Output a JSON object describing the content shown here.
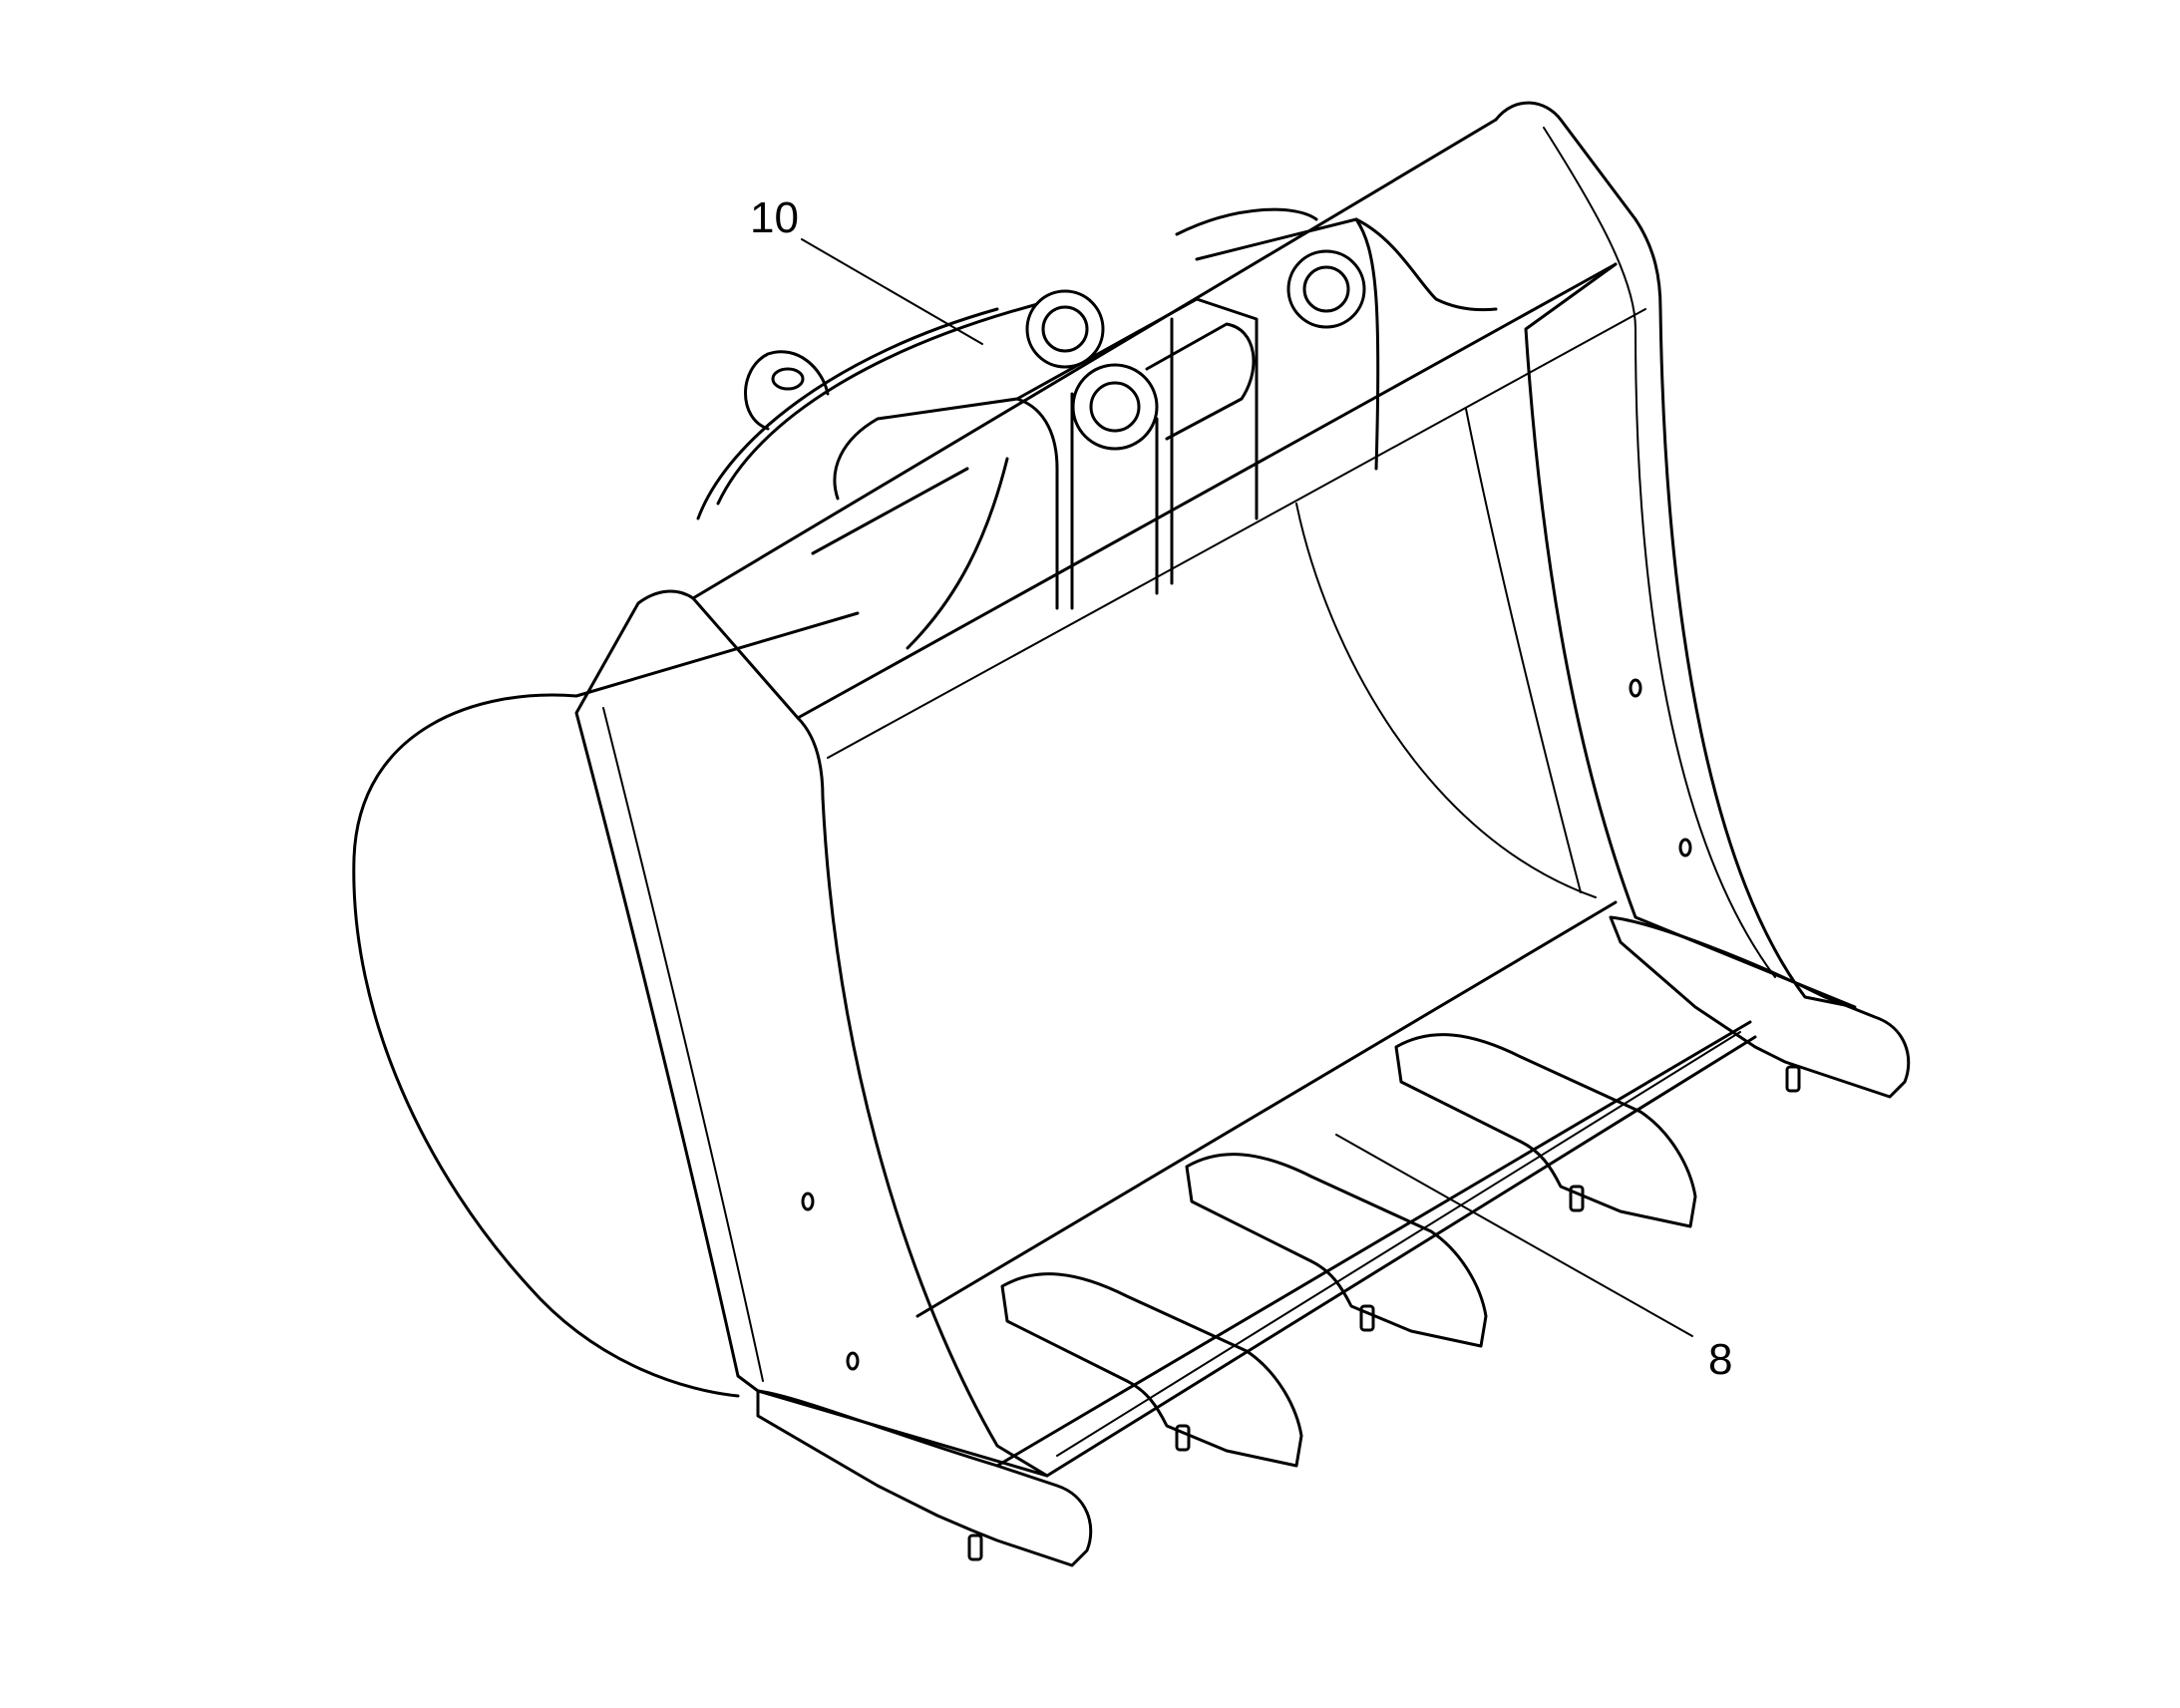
{
  "figure": {
    "callouts": [
      {
        "label": "10",
        "part": "rear-mounting-bracket"
      },
      {
        "label": "8",
        "part": "cutting-edge"
      }
    ],
    "colors": {
      "line": "#000000",
      "background": "#ffffff"
    }
  }
}
